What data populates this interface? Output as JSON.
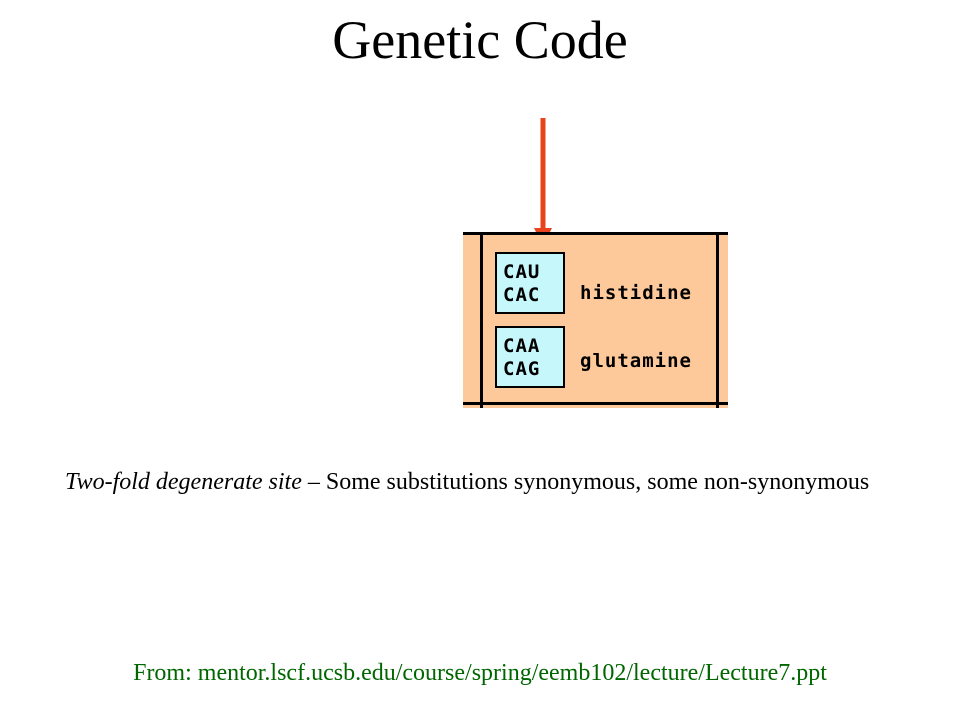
{
  "slide": {
    "title": "Genetic Code",
    "arrow_color": "#e8431f"
  },
  "codon_table": {
    "background_color": "#fdc99a",
    "codon_box_color": "#c6f7fb",
    "rows": [
      {
        "codons": [
          "CAU",
          "CAC"
        ],
        "amino_acid": "histidine"
      },
      {
        "codons": [
          "CAA",
          "CAG"
        ],
        "amino_acid": "glutamine"
      }
    ]
  },
  "caption": {
    "term": "Two-fold degenerate site",
    "dash": " – ",
    "description": "Some substitutions synonymous, some non-synonymous"
  },
  "source": {
    "text": "From: mentor.lscf.ucsb.edu/course/spring/eemb102/lecture/Lecture7.ppt",
    "color": "#006600"
  }
}
